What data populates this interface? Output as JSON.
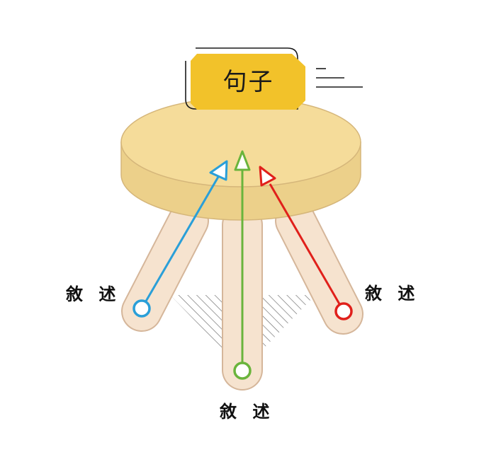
{
  "title_box": {
    "text": "句子"
  },
  "legs": [
    {
      "label": "敘 述",
      "arrow_color": "#2a9fd8"
    },
    {
      "label": "敘 述",
      "arrow_color": "#6ab43c"
    },
    {
      "label": "敘 述",
      "arrow_color": "#e0201b"
    }
  ],
  "colors": {
    "seat_top": "#f5dc9a",
    "seat_side": "#ecd08a",
    "leg_fill": "#f6e3cf",
    "title_box_fill": "#f2c22a",
    "hatch": "#666666"
  }
}
